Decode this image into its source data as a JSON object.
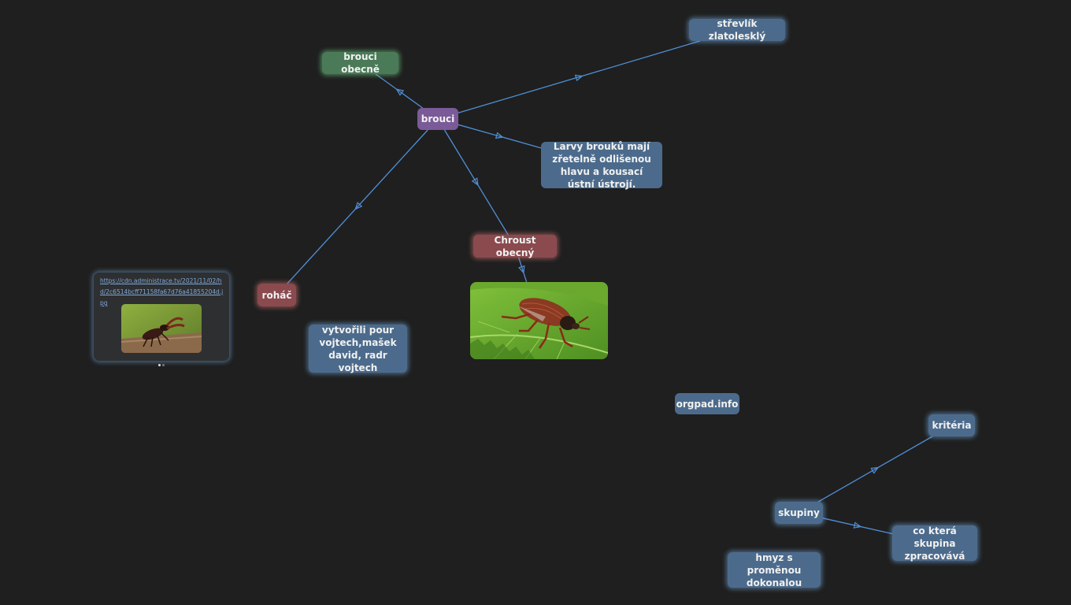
{
  "nodes": {
    "strevlik": "střevlík zlatolesklý",
    "brouci_obecne": "brouci obecně",
    "brouci": "brouci",
    "larvy": "Larvy brouků mají zřetelně odlišenou hlavu a kousací ústní ústrojí.",
    "chroust": "Chroust obecný",
    "rohac": "roháč",
    "vytvorili": "vytvořili pour vojtech,mašek david, radr vojtech",
    "orgpad": "orgpad.info",
    "kriteria": "kritéria",
    "skupiny": "skupiny",
    "co_ktera": "co která skupina zpracovává",
    "hmyz": "hmyz s proměnou dokonalou"
  },
  "link_card": {
    "url": "https://cdn.administrace.tv/2021/11/02/hd/2c6514bcff71158fa67d76a41855204d.jpg",
    "image": "stag-beetle-photo"
  },
  "photo_card": {
    "image": "cockchafer-on-leaf-photo"
  },
  "edges": [
    [
      "brouci",
      "brouci_obecne"
    ],
    [
      "brouci",
      "strevlik"
    ],
    [
      "brouci",
      "larvy"
    ],
    [
      "brouci",
      "chroust"
    ],
    [
      "brouci",
      "rohac"
    ],
    [
      "chroust",
      "photo_card"
    ],
    [
      "skupiny",
      "kriteria"
    ],
    [
      "skupiny",
      "co_ktera"
    ]
  ],
  "colors": {
    "edge": "#4f8fd6",
    "background": "#1f1f1f",
    "blue_node": "#4c6b8c",
    "green_node": "#4a7a58",
    "purple_node": "#7b5a98",
    "red_node": "#8a4a4e"
  }
}
